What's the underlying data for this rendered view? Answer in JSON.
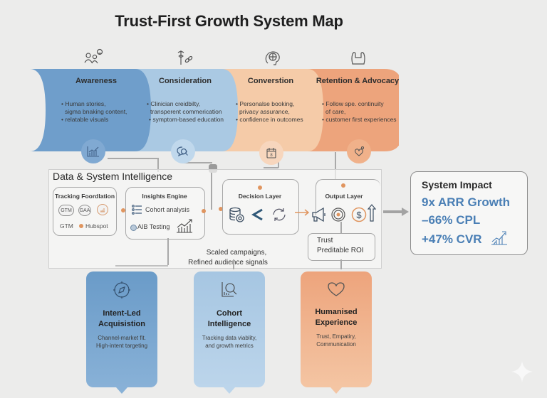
{
  "title": "Trust-First Growth System Map",
  "colors": {
    "blue_dark": "#6a9bc8",
    "blue_light": "#a9c8e2",
    "orange_light": "#f5c9a5",
    "orange_dark": "#eda47c",
    "accent_orange": "#e0955f",
    "impact_blue": "#4a7fb5"
  },
  "stages": [
    {
      "title": "Awareness",
      "icon": "people-smile-icon",
      "bottom_icon": "growth-chart-icon",
      "bullets": [
        "• Human stories,",
        "  sigma bnaking content,",
        "• relatable visuals"
      ]
    },
    {
      "title": "Consideration",
      "icon": "caduceus-link-icon",
      "bottom_icon": "chat-search-icon",
      "bullets": [
        "• Clinician creidbilty,",
        "  transperent commerication",
        "• symptom-based education"
      ]
    },
    {
      "title": "Converstion",
      "icon": "globe-brain-icon",
      "bottom_icon": "calendar-icon",
      "bullets": [
        "• Personalse booking,",
        "  privacy assurance,",
        "• confidence in outcomes"
      ]
    },
    {
      "title": "Retention & Advocacy",
      "icon": "hands-icon",
      "bottom_icon": "heart-hand-icon",
      "bullets": [
        "• Follow spe. continuity",
        "  of care,",
        "• customer first experiences"
      ]
    }
  ],
  "data_panel": {
    "title": "Data & System Intelligence",
    "tracking": {
      "title": "Tracking Foordlation",
      "pills": [
        "GTM",
        "GAA"
      ],
      "row_left": "GTM",
      "row_right": "Hubspot"
    },
    "insights": {
      "title": "Insights Engine",
      "row1": "Cohort analysis",
      "row2": "AIB Testing"
    },
    "decision": {
      "title": "Decision Layer"
    },
    "output": {
      "title": "Output Layer",
      "result_line1": "Trust",
      "result_line2": "Preditable ROI"
    },
    "caption_line1": "Scaled campaigns,",
    "caption_line2": "Refined audience signals"
  },
  "impact": {
    "title": "System Impact",
    "metrics": [
      "9x ARR Growth",
      "–66% CPL",
      "+47% CVR"
    ]
  },
  "cards": [
    {
      "title1": "Intent-Led",
      "title2": "Acquisistion",
      "desc1": "Channel-market fit.",
      "desc2": "High-intent targeting",
      "icon": "compass-icon"
    },
    {
      "title1": "Cohort",
      "title2": "Intelligence",
      "desc1": "Tracking data viablity,",
      "desc2": "and growth metrics",
      "icon": "chart-magnifier-icon"
    },
    {
      "title1": "Humanised",
      "title2": "Experience",
      "desc1": "Trust, Empatiry,",
      "desc2": "Communication",
      "icon": "heart-icon"
    }
  ]
}
